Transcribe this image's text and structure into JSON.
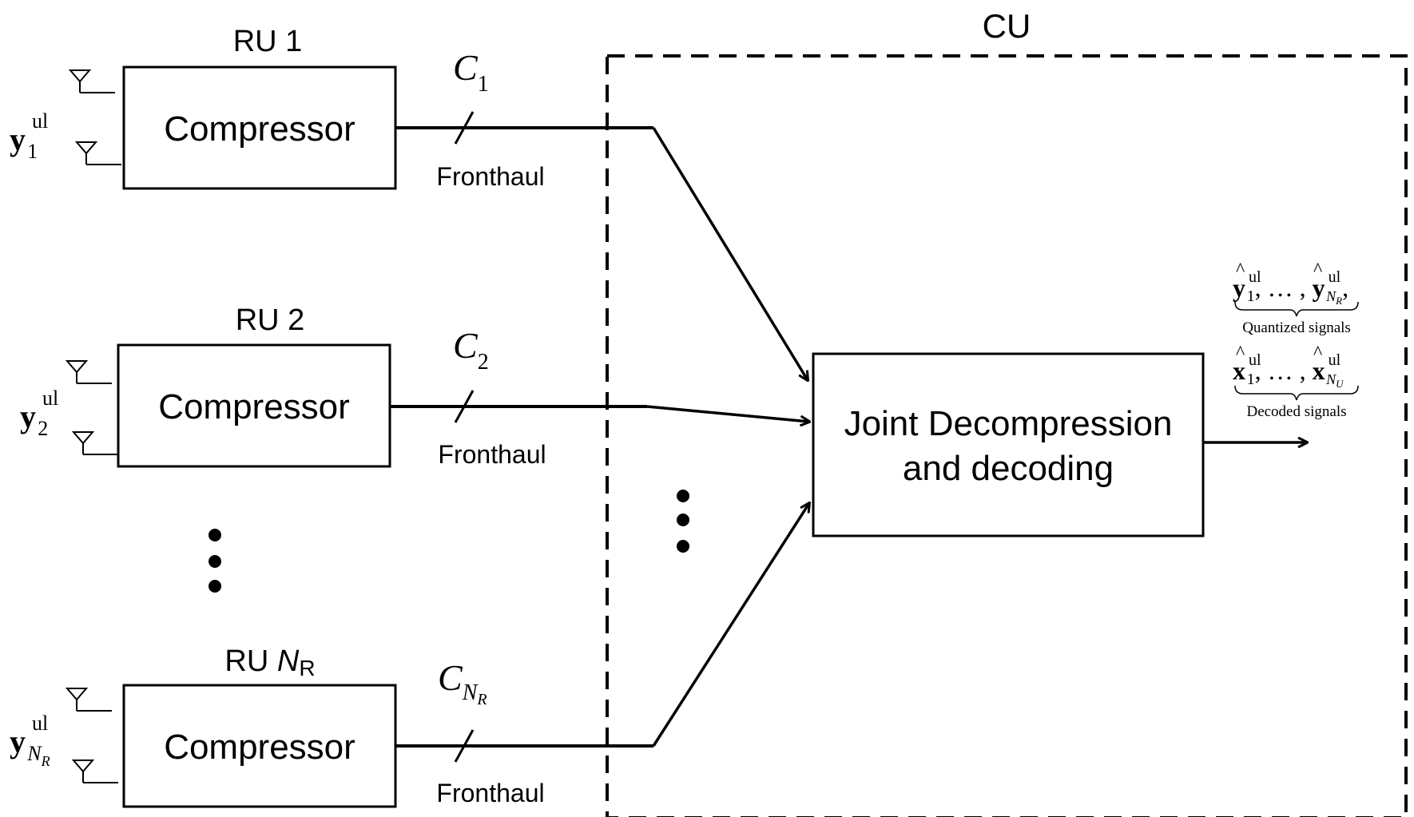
{
  "cu": {
    "label": "CU"
  },
  "rus": [
    {
      "title_prefix": "RU ",
      "title_num": "1",
      "title_sub": "",
      "block": "Compressor",
      "signal": {
        "base": "y",
        "sup": "ul",
        "sub": "1",
        "subsub": ""
      },
      "capacity": {
        "base": "C",
        "sub": "1",
        "subsub": ""
      },
      "link": "Fronthaul"
    },
    {
      "title_prefix": "RU ",
      "title_num": "2",
      "title_sub": "",
      "block": "Compressor",
      "signal": {
        "base": "y",
        "sup": "ul",
        "sub": "2",
        "subsub": ""
      },
      "capacity": {
        "base": "C",
        "sub": "2",
        "subsub": ""
      },
      "link": "Fronthaul"
    },
    {
      "title_prefix": "RU ",
      "title_num": "N",
      "title_sub": "R",
      "block": "Compressor",
      "signal": {
        "base": "y",
        "sup": "ul",
        "sub": "N",
        "subsub": "R"
      },
      "capacity": {
        "base": "C",
        "sub": "N",
        "subsub": "R"
      },
      "link": "Fronthaul"
    }
  ],
  "processor": {
    "line1": "Joint Decompression",
    "line2": "and decoding"
  },
  "outputs": {
    "quantized": {
      "base": "y",
      "sup": "ul",
      "first_sub": "1",
      "dots": ", … , ",
      "last_sub": "N",
      "last_subsub": "R",
      "trailing": ",",
      "brace_label": "Quantized signals"
    },
    "decoded": {
      "base": "x",
      "sup": "ul",
      "first_sub": "1",
      "dots": ", … , ",
      "last_sub": "N",
      "last_subsub": "U",
      "brace_label": "Decoded signals"
    }
  }
}
